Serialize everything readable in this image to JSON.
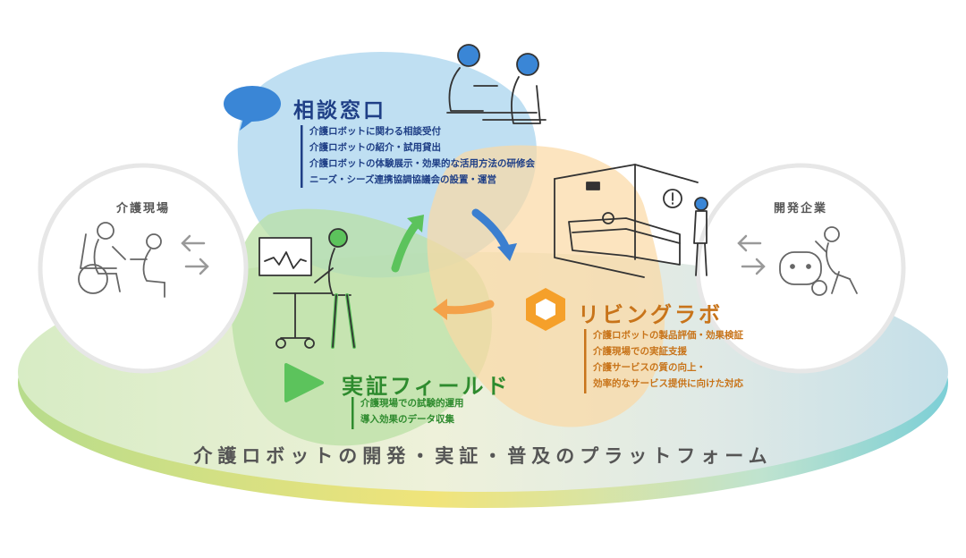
{
  "colors": {
    "consult": "#1f3f86",
    "field": "#2e8b2e",
    "lab": "#c8741a",
    "platform_text": "#555555"
  },
  "circles": {
    "left_label": "介護現場",
    "right_label": "開発企業"
  },
  "consult": {
    "title": "相談窓口",
    "items": [
      "介護ロボットに関わる相談受付",
      "介護ロボットの紹介・試用貸出",
      "介護ロボットの体験展示・効果的な活用方法の研修会",
      "ニーズ・シーズ連携協調協議会の設置・運営"
    ]
  },
  "lab": {
    "title": "リビングラボ",
    "items": [
      "介護ロボットの製品評価・効果検証",
      "介護現場での実証支援",
      "介護サービスの質の向上・",
      "効率的なサービス提供に向けた対応"
    ]
  },
  "field": {
    "title": "実証フィールド",
    "items": [
      "介護現場での試験的運用",
      "導入効果のデータ収集"
    ]
  },
  "platform": {
    "label": "介護ロボットの開発・実証・普及のプラットフォーム"
  },
  "icons": {
    "speech_bubble": "speech-bubble-icon",
    "hexagon": "hexagon-icon",
    "play_triangle": "play-triangle-icon",
    "caregivers": "caregiver-wheelchair-illustration",
    "developers": "developer-robot-illustration",
    "consultation": "consultation-people-illustration",
    "bedroom": "bedroom-illustration",
    "walker": "walking-assist-illustration"
  }
}
